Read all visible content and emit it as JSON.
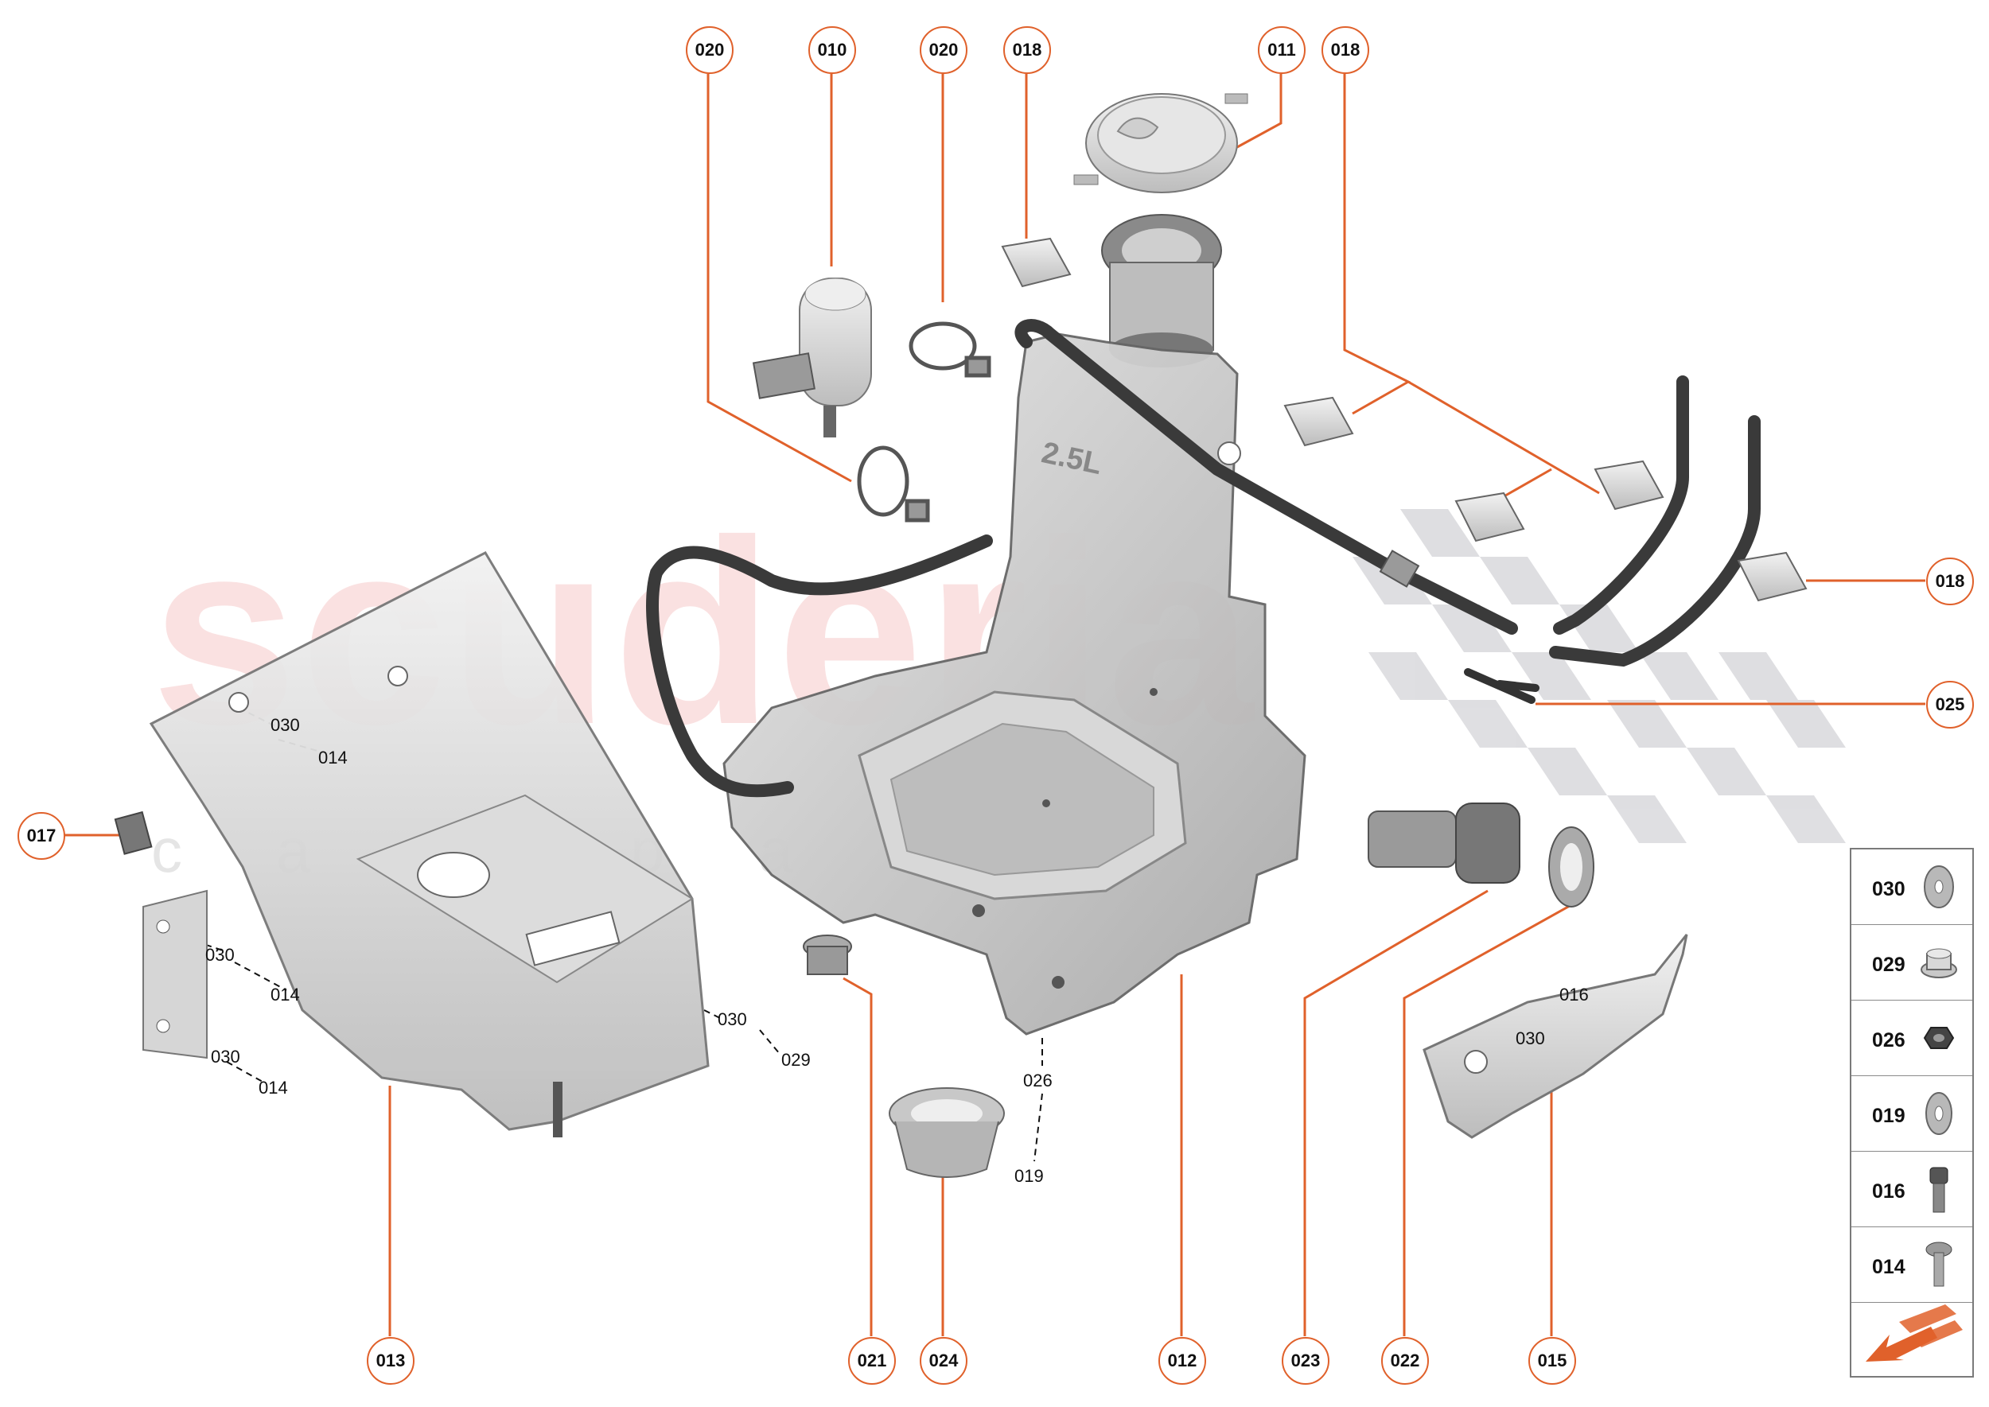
{
  "watermark": {
    "brand": "scuderia",
    "subtitle": "car parts"
  },
  "tank_marking": "2.5L",
  "callouts": [
    {
      "id": "c1",
      "text": "020"
    },
    {
      "id": "c2",
      "text": "010"
    },
    {
      "id": "c3",
      "text": "020"
    },
    {
      "id": "c4",
      "text": "018"
    },
    {
      "id": "c5",
      "text": "011"
    },
    {
      "id": "c6",
      "text": "018"
    },
    {
      "id": "c7",
      "text": "018"
    },
    {
      "id": "c8",
      "text": "025"
    },
    {
      "id": "c9",
      "text": "017"
    },
    {
      "id": "c10",
      "text": "013"
    },
    {
      "id": "c11",
      "text": "021"
    },
    {
      "id": "c12",
      "text": "024"
    },
    {
      "id": "c13",
      "text": "012"
    },
    {
      "id": "c14",
      "text": "023"
    },
    {
      "id": "c15",
      "text": "022"
    },
    {
      "id": "c16",
      "text": "015"
    }
  ],
  "dashed_labels": [
    {
      "id": "l1",
      "text": "030"
    },
    {
      "id": "l2",
      "text": "014"
    },
    {
      "id": "l3",
      "text": "030"
    },
    {
      "id": "l4",
      "text": "014"
    },
    {
      "id": "l5",
      "text": "030"
    },
    {
      "id": "l6",
      "text": "014"
    },
    {
      "id": "l7",
      "text": "030"
    },
    {
      "id": "l8",
      "text": "029"
    },
    {
      "id": "l9",
      "text": "026"
    },
    {
      "id": "l10",
      "text": "019"
    },
    {
      "id": "l11",
      "text": "016"
    },
    {
      "id": "l12",
      "text": "030"
    }
  ],
  "legend": {
    "items": [
      {
        "code": "030",
        "icon": "flat-washer-icon"
      },
      {
        "code": "029",
        "icon": "flange-nut-icon"
      },
      {
        "code": "026",
        "icon": "hex-nut-icon"
      },
      {
        "code": "019",
        "icon": "washer-icon"
      },
      {
        "code": "016",
        "icon": "socket-cap-screw-icon"
      },
      {
        "code": "014",
        "icon": "pan-head-screw-icon"
      }
    ],
    "arrow_icon": "next-page-arrow-icon"
  },
  "colors": {
    "accent": "#e0612b",
    "part_grey": "#c9c9c9",
    "hose": "#3a3a3a"
  }
}
